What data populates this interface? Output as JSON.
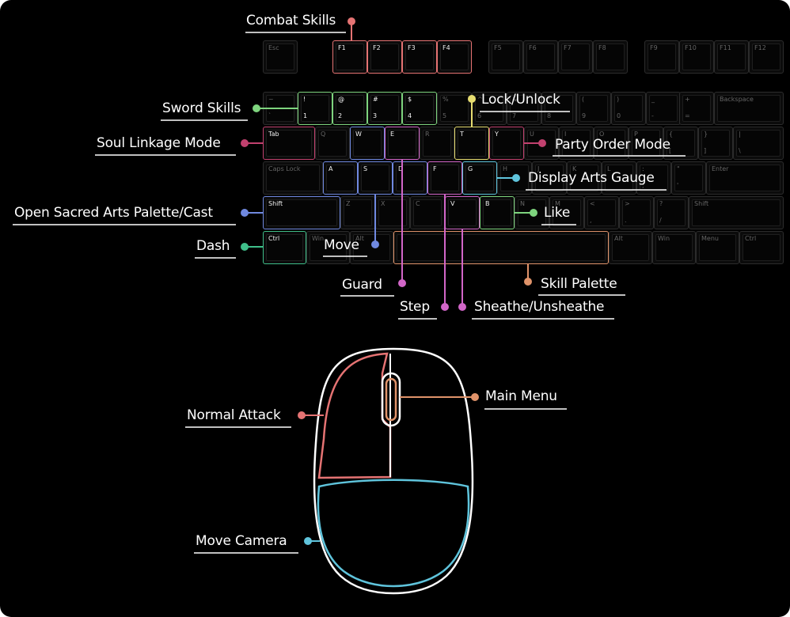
{
  "colors": {
    "background": "#000000",
    "combat": "#e57373",
    "sword": "#7ed47e",
    "soul": "#c2416f",
    "party": "#c2416f",
    "lock": "#e6dc70",
    "display": "#5fc4dc",
    "move": "#7089e0",
    "guard": "#d266c8",
    "step": "#d266c8",
    "sheathe": "#d266c8",
    "like": "#7ed47e",
    "sacred": "#7089e0",
    "dash": "#3fbf8a",
    "skill": "#e0936a",
    "mouse_normal": "#e57373",
    "mouse_menu": "#e0936a",
    "mouse_camera": "#5fc4dc",
    "mouse_outline": "#ffffff"
  },
  "labels": {
    "combat_skills": "Combat Skills",
    "sword_skills": "Sword Skills",
    "lock_unlock": "Lock/Unlock",
    "soul_linkage": "Soul Linkage Mode",
    "party_order": "Party Order Mode",
    "display_arts": "Display Arts Gauge",
    "open_sacred": "Open Sacred Arts Palette/Cast",
    "like": "Like",
    "dash": "Dash",
    "move": "Move",
    "guard": "Guard",
    "skill_palette": "Skill Palette",
    "step": "Step",
    "sheathe": "Sheathe/Unsheathe",
    "main_menu": "Main Menu",
    "normal_attack": "Normal Attack",
    "move_camera": "Move Camera"
  },
  "keys": {
    "esc": "Esc",
    "f1": "F1",
    "f2": "F2",
    "f3": "F3",
    "f4": "F4",
    "f5": "F5",
    "f6": "F6",
    "f7": "F7",
    "f8": "F8",
    "f9": "F9",
    "f10": "F10",
    "f11": "F11",
    "f12": "F12",
    "tilde_top": "~",
    "tilde_bot": "`",
    "k1_top": "!",
    "k1_bot": "1",
    "k2_top": "@",
    "k2_bot": "2",
    "k3_top": "#",
    "k3_bot": "3",
    "k4_top": "$",
    "k4_bot": "4",
    "k5_top": "%",
    "k5_bot": "5",
    "k6_top": "^",
    "k6_bot": "6",
    "k7_top": "&",
    "k7_bot": "7",
    "k8_top": "*",
    "k8_bot": "8",
    "k9_top": "(",
    "k9_bot": "9",
    "k0_top": ")",
    "k0_bot": "0",
    "minus_top": "_",
    "minus_bot": "-",
    "equal_top": "+",
    "equal_bot": "=",
    "backspace": "Backspace",
    "tab": "Tab",
    "q": "Q",
    "w": "W",
    "e": "E",
    "r": "R",
    "t": "T",
    "y": "Y",
    "u": "U",
    "i": "I",
    "o": "O",
    "p": "P",
    "lbr_top": "{",
    "lbr_bot": "[",
    "rbr_top": "}",
    "rbr_bot": "]",
    "bsl_top": "|",
    "bsl_bot": "\\",
    "caps": "Caps Lock",
    "a": "A",
    "s": "S",
    "d": "D",
    "f": "F",
    "g": "G",
    "h": "H",
    "j": "J",
    "k": "K",
    "l": "L",
    "semi_top": ":",
    "semi_bot": ";",
    "quote_top": "\"",
    "quote_bot": "'",
    "enter": "Enter",
    "lshift": "Shift",
    "z": "Z",
    "x": "X",
    "c": "C",
    "v": "V",
    "b": "B",
    "n": "N",
    "m": "M",
    "comma_top": "<",
    "comma_bot": ",",
    "period_top": ">",
    "period_bot": ".",
    "slash_top": "?",
    "slash_bot": "/",
    "rshift": "Shift",
    "lctrl": "Ctrl",
    "lwin": "Win",
    "lalt": "Alt",
    "space": "",
    "ralt": "Alt",
    "rwin": "Win",
    "menu": "Menu",
    "rctrl": "Ctrl"
  }
}
